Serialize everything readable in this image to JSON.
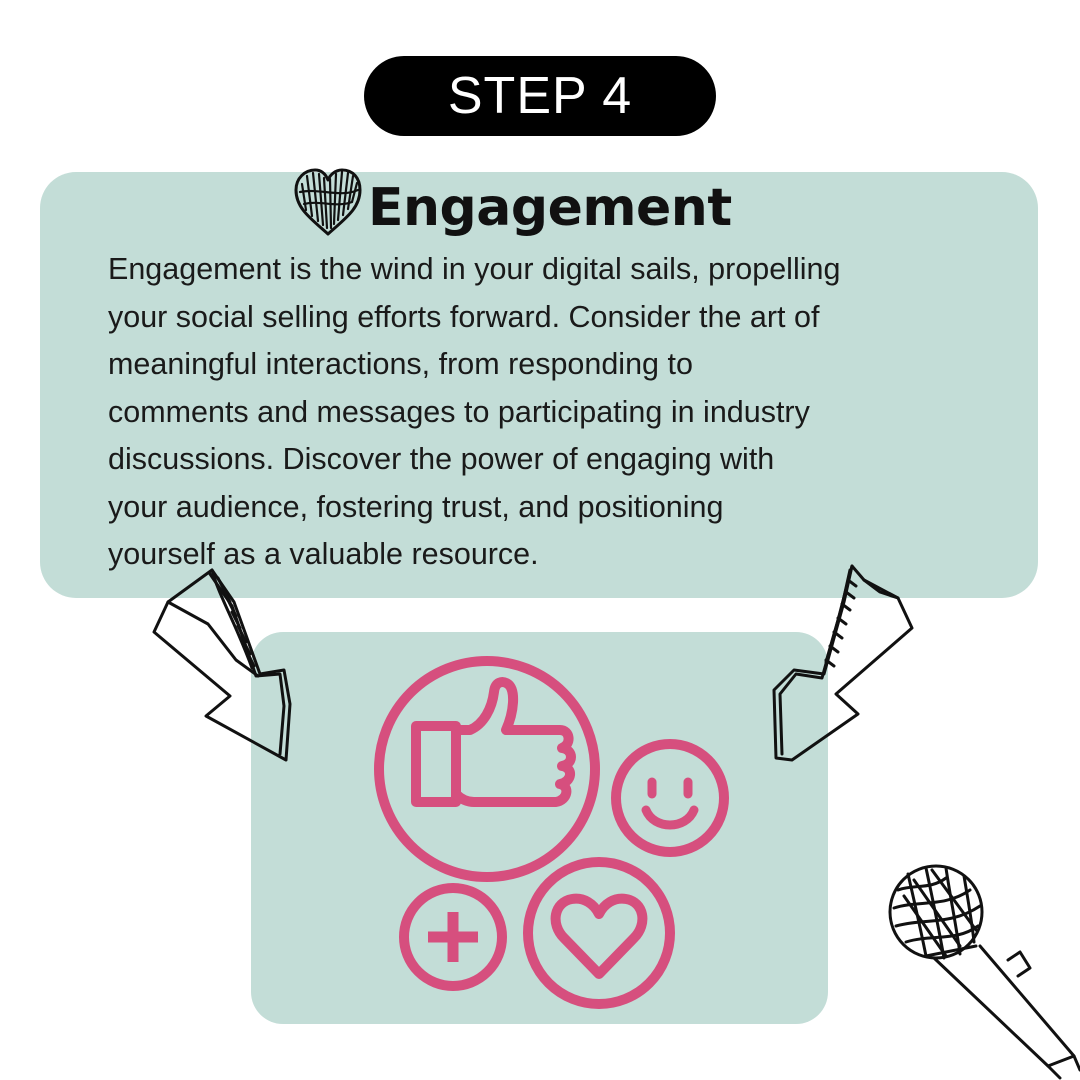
{
  "step_badge": {
    "label": "STEP 4"
  },
  "card": {
    "title": "Engagement",
    "body": "Engagement is the wind in your digital sails, propelling\nyour social selling efforts forward. Consider the art of\nmeaningful interactions, from responding to\ncomments and messages to participating in industry\ndiscussions. Discover the power of engaging with\nyour audience, fostering trust, and positioning\nyourself as a valuable resource."
  },
  "icons": [
    "heart-doodle-icon",
    "thumbs-up-icon",
    "smiley-face-icon",
    "plus-icon",
    "heart-icon",
    "arrow-left-icon",
    "arrow-right-icon",
    "microphone-icon"
  ],
  "colors": {
    "card_bg": "#c3ddd7",
    "accent_pink": "#d64f7e",
    "badge_bg": "#000000",
    "badge_text": "#ffffff",
    "text": "#1a1a1a"
  }
}
